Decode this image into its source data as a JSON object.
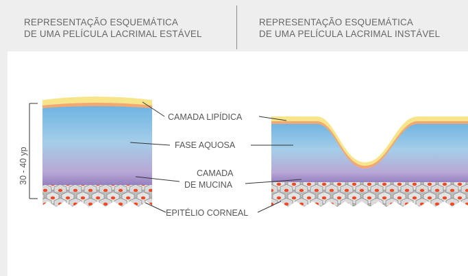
{
  "headers": {
    "left": {
      "line1": "REPRESENTAÇÃO ESQUEMÁTICA",
      "line2": "DE UMA PELÍCULA LACRIMAL ESTÁVEL"
    },
    "right": {
      "line1": "REPRESENTAÇÃO ESQUEMÁTICA",
      "line2": "DE UMA PELÍCULA LACRIMAL INSTÁVEL"
    }
  },
  "measure": {
    "label": "30 - 40 yp"
  },
  "labels": {
    "lipid": "CAMADA LIPÍDICA",
    "aqueous": "FASE AQUOSA",
    "mucin_line1": "CAMADA",
    "mucin_line2": "DE MUCINA",
    "epithelium": "EPITÉLIO CORNEAL"
  },
  "colors": {
    "header_bg": "#eeeeee",
    "lipid": "#f7e58c",
    "lipid_under": "#f0a66e",
    "aqueous_top": "#6fb4e2",
    "mucin": "#b9a4d4",
    "cell_nucleus": "#f04a23",
    "cell_fill": "#dcdcdc"
  }
}
